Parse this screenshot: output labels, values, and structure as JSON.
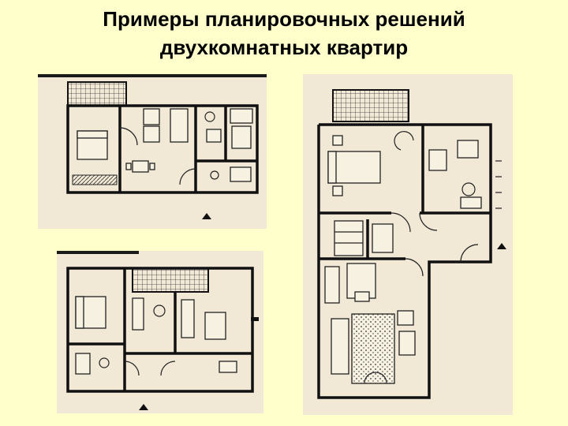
{
  "title": {
    "line1": "Примеры планировочных решений",
    "line2": "двухкомнатных квартир"
  },
  "plans": [
    {
      "id": "plan-a"
    },
    {
      "id": "plan-b"
    },
    {
      "id": "plan-c"
    }
  ],
  "colors": {
    "background": "#ffffcc",
    "drawing_paper": "#f1e9d6",
    "ink": "#111111"
  }
}
